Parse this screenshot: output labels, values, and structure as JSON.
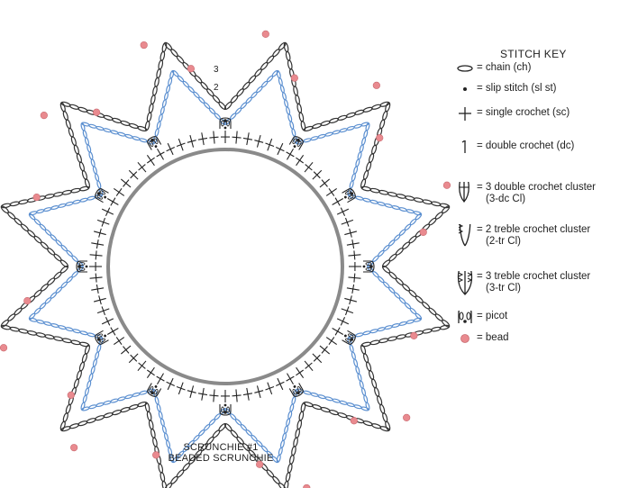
{
  "diagram": {
    "round_labels": [
      "3",
      "2"
    ],
    "caption_line1": "SCRUNCHIE #1",
    "caption_line2": "BEADED SCRUNCHIE",
    "colors": {
      "ring": "#8a8a8a",
      "outer_chain": "#333333",
      "inner_chain": "#5b8fd0",
      "bead": "#e98a8f",
      "stitch": "#222222"
    }
  },
  "key": {
    "title": "STITCH KEY",
    "items": [
      {
        "icon": "chain-icon",
        "label": "= chain (ch)"
      },
      {
        "icon": "slip-stitch-icon",
        "label": "= slip stitch (sl st)"
      },
      {
        "icon": "single-crochet-icon",
        "label": "= single crochet (sc)"
      },
      {
        "icon": "double-crochet-icon",
        "label": "= double crochet (dc)"
      },
      {
        "icon": "three-dc-cluster-icon",
        "label": "= 3 double crochet cluster",
        "label2": "(3-dc Cl)"
      },
      {
        "icon": "two-tr-cluster-icon",
        "label": "= 2 treble crochet cluster",
        "label2": "(2-tr Cl)"
      },
      {
        "icon": "three-tr-cluster-icon",
        "label": "= 3 treble crochet cluster",
        "label2": "(3-tr Cl)"
      },
      {
        "icon": "picot-icon",
        "label": "= picot"
      },
      {
        "icon": "bead-icon",
        "label": "= bead"
      }
    ]
  }
}
